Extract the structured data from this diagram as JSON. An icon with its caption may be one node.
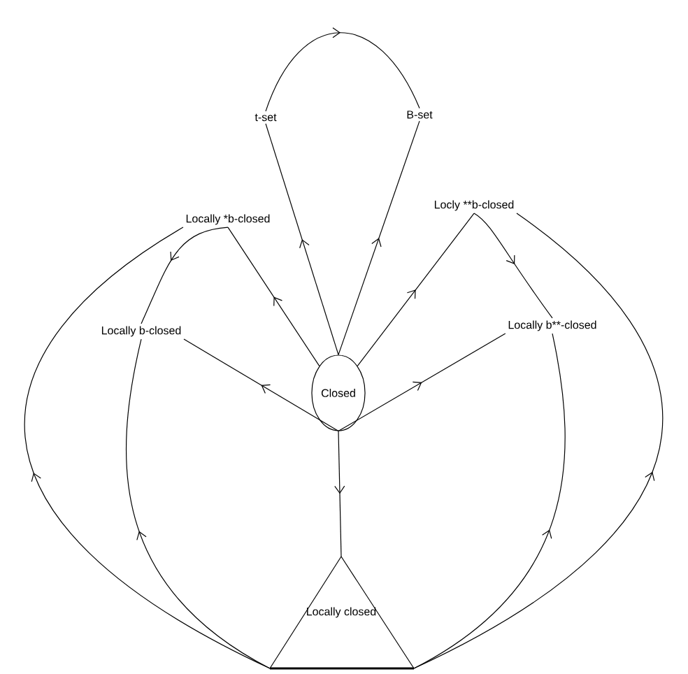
{
  "diagram": {
    "nodes": [
      {
        "text": [
          "t-set"
        ]
      },
      {
        "text": [
          "B-set"
        ]
      },
      {
        "text": [
          "Locally *b-closed"
        ]
      },
      {
        "text": [
          "Locly **b-closed"
        ]
      },
      {
        "text": [
          "Locally b-closed"
        ]
      },
      {
        "text": [
          "Locally b**-closed"
        ]
      },
      {
        "text": [
          "Closed"
        ]
      },
      {
        "text": [
          "Locally closed"
        ]
      }
    ],
    "edges": [
      {
        "from": 0,
        "to": 1,
        "arrow": "to"
      },
      {
        "from": 6,
        "to": 0,
        "arrow": "to"
      },
      {
        "from": 6,
        "to": 1,
        "arrow": "to"
      },
      {
        "from": 6,
        "to": 2,
        "arrow": "to"
      },
      {
        "from": 6,
        "to": 3,
        "arrow": "to"
      },
      {
        "from": 6,
        "to": 4,
        "arrow": "to"
      },
      {
        "from": 6,
        "to": 5,
        "arrow": "to"
      },
      {
        "from": 6,
        "to": 7,
        "arrow": "to"
      },
      {
        "from": 2,
        "to": 4,
        "arrow": "to"
      },
      {
        "from": 3,
        "to": 5,
        "arrow": "to"
      },
      {
        "from": 7,
        "to": 2,
        "arrow": "to"
      },
      {
        "from": 7,
        "to": 4,
        "arrow": "to"
      },
      {
        "from": 7,
        "to": 5,
        "arrow": "to"
      },
      {
        "from": 7,
        "to": 3,
        "arrow": "to"
      }
    ]
  }
}
